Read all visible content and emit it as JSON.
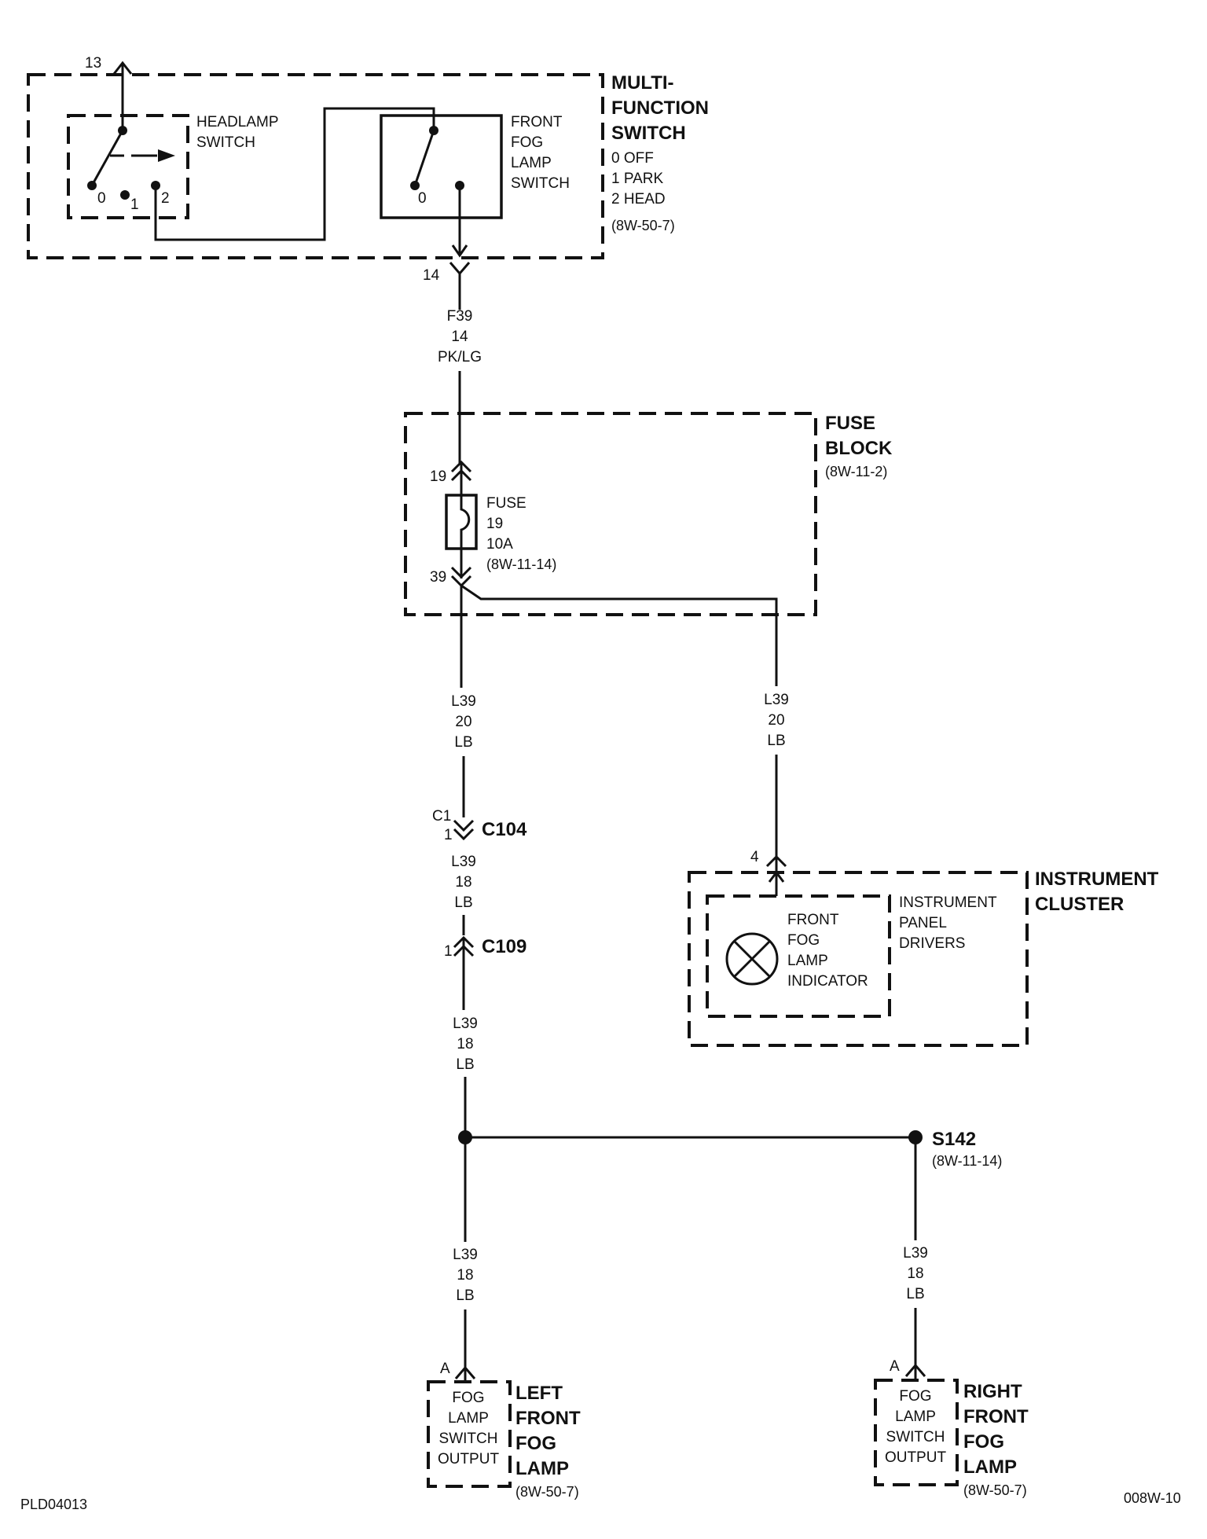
{
  "multifunction_switch": {
    "title_lines": [
      "MULTI-",
      "FUNCTION",
      "SWITCH"
    ],
    "positions": [
      "0 OFF",
      "1 PARK",
      "2 HEAD"
    ],
    "ref": "(8W-50-7)",
    "pin_top": "13",
    "pin_out": "14",
    "headlamp_switch": {
      "label_lines": [
        "HEADLAMP",
        "SWITCH"
      ],
      "pos0": "0",
      "pos1": "1",
      "pos2": "2"
    },
    "fog_switch": {
      "label_lines": [
        "FRONT",
        "FOG",
        "LAMP",
        "SWITCH"
      ],
      "pos0": "0"
    }
  },
  "wire_f39": {
    "circuit": "F39",
    "gauge": "14",
    "color": "PK/LG"
  },
  "fuse_block": {
    "title_lines": [
      "FUSE",
      "BLOCK"
    ],
    "ref": "(8W-11-2)",
    "pin_in": "19",
    "pin_out": "39",
    "fuse_label_lines": [
      "FUSE",
      "19",
      "10A",
      "(8W-11-14)"
    ]
  },
  "wire_l39_20_left": {
    "circuit": "L39",
    "gauge": "20",
    "color": "LB"
  },
  "wire_l39_20_right": {
    "circuit": "L39",
    "gauge": "20",
    "color": "LB"
  },
  "c104": {
    "name": "C104",
    "cavity": "C1",
    "pin": "1"
  },
  "wire_l39_18_a": {
    "circuit": "L39",
    "gauge": "18",
    "color": "LB"
  },
  "c109": {
    "name": "C109",
    "pin": "1"
  },
  "wire_l39_18_b": {
    "circuit": "L39",
    "gauge": "18",
    "color": "LB"
  },
  "instrument_cluster": {
    "title_lines": [
      "INSTRUMENT",
      "CLUSTER"
    ],
    "pin": "4",
    "indicator_lines": [
      "FRONT",
      "FOG",
      "LAMP",
      "INDICATOR"
    ],
    "drivers_lines": [
      "INSTRUMENT",
      "PANEL",
      "DRIVERS"
    ]
  },
  "splice": {
    "name": "S142",
    "ref": "(8W-11-14)"
  },
  "wire_l39_18_left": {
    "circuit": "L39",
    "gauge": "18",
    "color": "LB"
  },
  "wire_l39_18_right": {
    "circuit": "L39",
    "gauge": "18",
    "color": "LB"
  },
  "left_fog_lamp": {
    "title_lines": [
      "LEFT",
      "FRONT",
      "FOG",
      "LAMP"
    ],
    "ref": "(8W-50-7)",
    "pin": "A",
    "inner_lines": [
      "FOG",
      "LAMP",
      "SWITCH",
      "OUTPUT"
    ]
  },
  "right_fog_lamp": {
    "title_lines": [
      "RIGHT",
      "FRONT",
      "FOG",
      "LAMP"
    ],
    "ref": "(8W-50-7)",
    "pin": "A",
    "inner_lines": [
      "FOG",
      "LAMP",
      "SWITCH",
      "OUTPUT"
    ]
  },
  "footer": {
    "left_code": "PLD04013",
    "right_code": "008W-10"
  }
}
